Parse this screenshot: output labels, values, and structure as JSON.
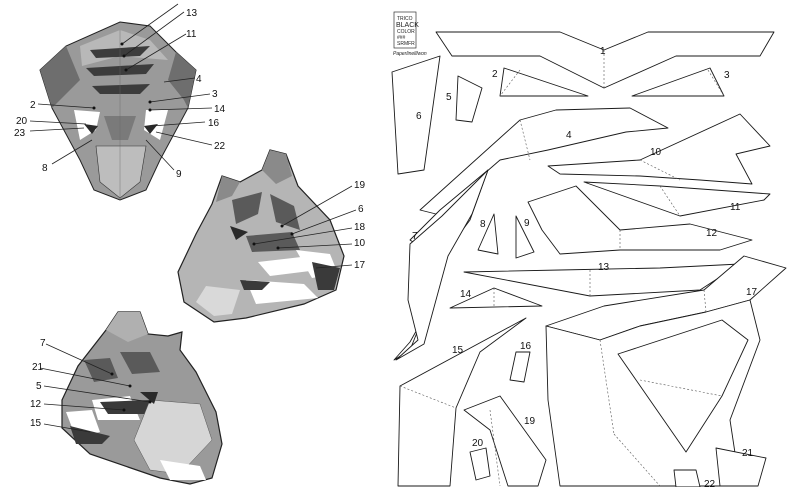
{
  "sticker": {
    "line1": "TRICO",
    "line2": "BLACK",
    "line3": "COLOR",
    "line4": "###",
    "line5": "SRMFR",
    "signature": "Paperlinelllwon"
  },
  "front_view_labels": [
    "13",
    "11",
    "4",
    "3",
    "14",
    "16",
    "22",
    "9",
    "8",
    "23",
    "20",
    "2"
  ],
  "side_view_labels": [
    "19",
    "6",
    "18",
    "10",
    "17"
  ],
  "three_quarter_labels": [
    "7",
    "21",
    "5",
    "12",
    "15"
  ],
  "piece_labels": [
    "1",
    "2",
    "3",
    "5",
    "6",
    "4",
    "10",
    "11",
    "7",
    "8",
    "9",
    "12",
    "13",
    "14",
    "17",
    "15",
    "16",
    "19",
    "20",
    "21",
    "22"
  ],
  "colors": {
    "dark": "#5a5a5a",
    "mid": "#9a9a9a",
    "light": "#cfcfcf",
    "white": "#ffffff"
  }
}
